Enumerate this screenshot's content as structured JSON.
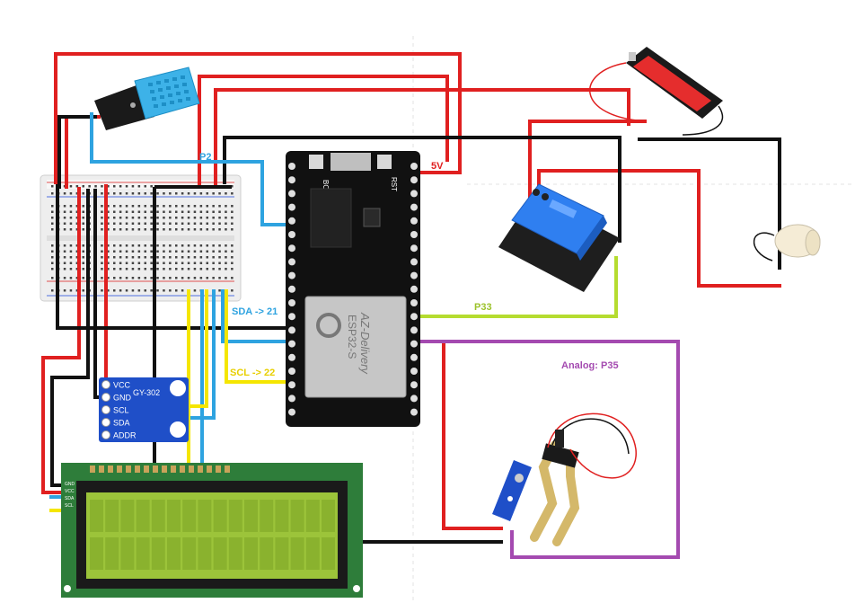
{
  "labels": {
    "p2": "P2",
    "five_v": "5V",
    "sda": "SDA -> 21",
    "scl": "SCL -> 22",
    "p33": "P33",
    "analog": "Analog: P35"
  },
  "esp32": {
    "brand": "AZ-Delivery",
    "model": "ESP32-S",
    "btn_left": "BOOT",
    "btn_right": "RST"
  },
  "bh1750": {
    "name": "GY-302",
    "pins": [
      "VCC",
      "GND",
      "SCL",
      "SDA",
      "ADDR"
    ]
  },
  "lcd": {
    "pins": [
      "GND",
      "VCC",
      "SDA",
      "SCL"
    ]
  },
  "colors": {
    "red": "#e02020",
    "black": "#111111",
    "blue": "#2ea3e0",
    "yellow": "#f5e600",
    "green": "#b5dc30",
    "purple": "#a44ab0",
    "lcd_green": "#9cc43a",
    "module_blue": "#1f4fc8"
  }
}
